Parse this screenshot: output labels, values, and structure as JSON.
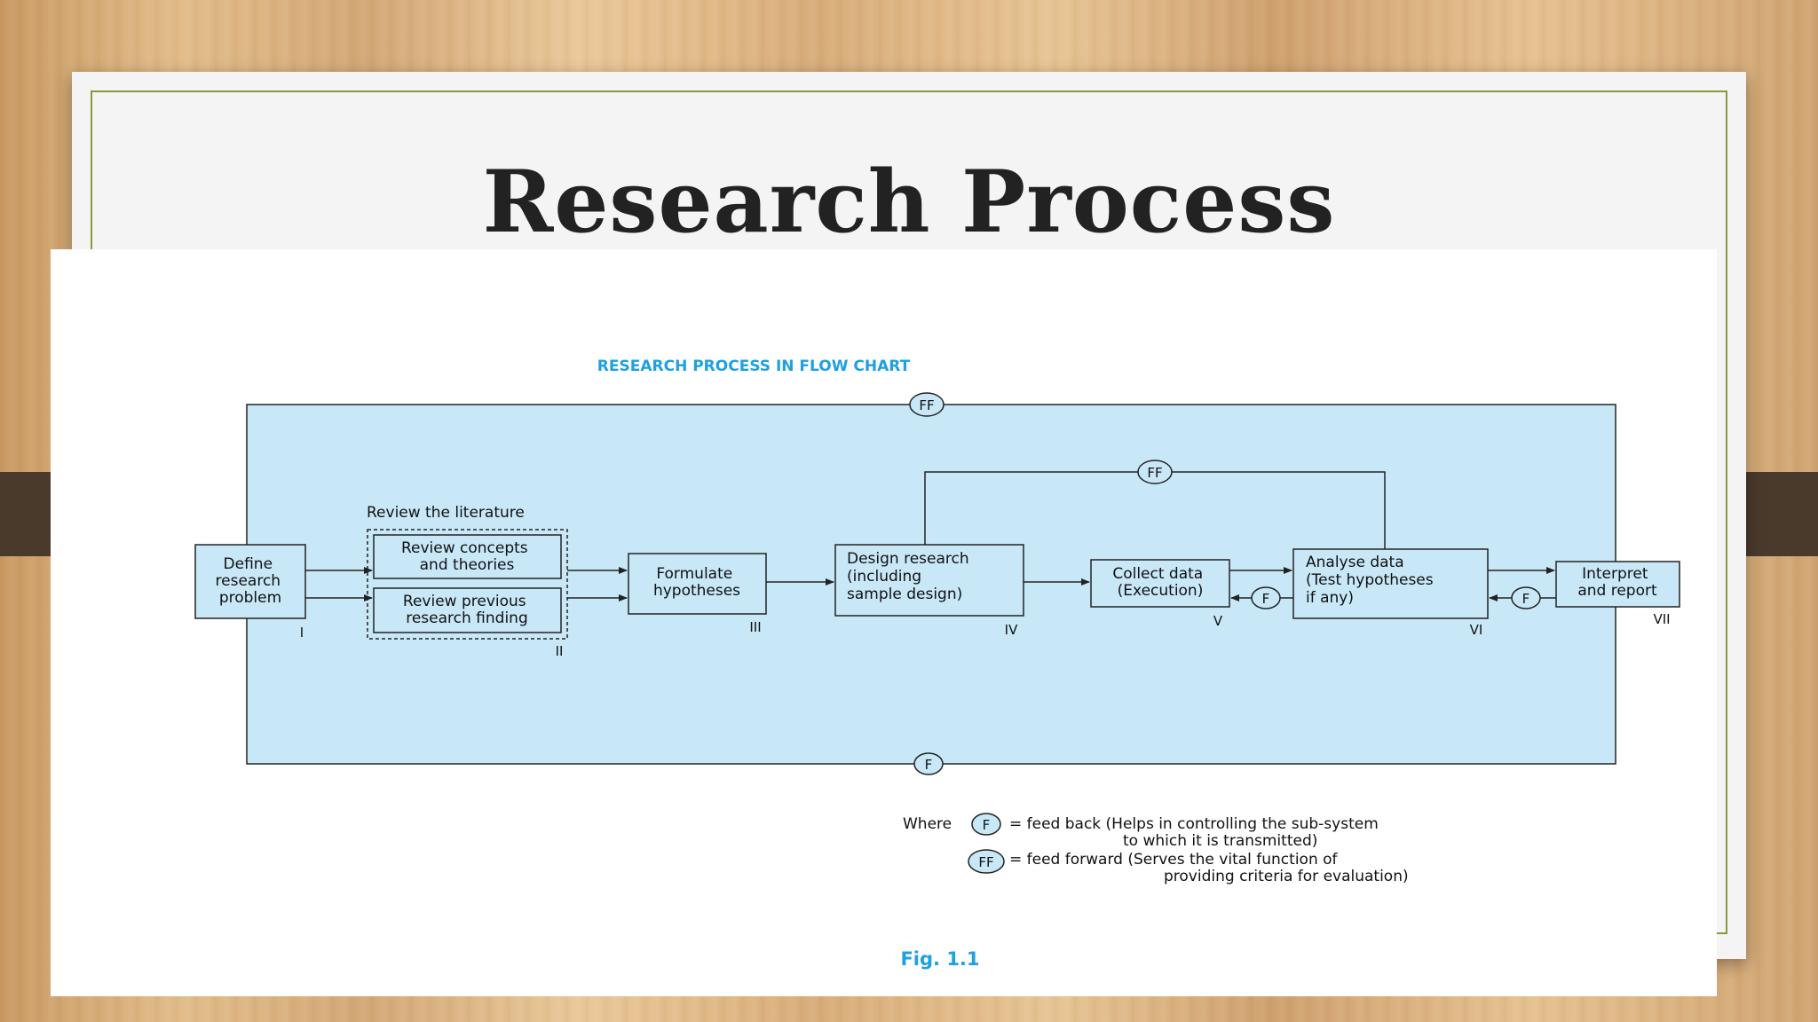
{
  "slide": {
    "title": "Research Process"
  },
  "figure": {
    "chart_title": "RESEARCH PROCESS IN FLOW CHART",
    "caption": "Fig.  1.1",
    "colors": {
      "box_fill": "#c8e8f8",
      "title_blue": "#1fa0e0",
      "line": "#222222"
    },
    "feed_forward_symbol": "FF",
    "feedback_symbol": "F",
    "literature_heading": "Review the literature",
    "steps": {
      "define": [
        "Define",
        "research",
        "problem"
      ],
      "concepts": [
        "Review concepts",
        "and theories"
      ],
      "previous": [
        "Review previous",
        "research finding"
      ],
      "formulate": [
        "Formulate",
        "hypotheses"
      ],
      "design": [
        "Design research",
        "(including",
        "sample design)"
      ],
      "collect": [
        "Collect data",
        "(Execution)"
      ],
      "analyse": [
        "Analyse data",
        "(Test hypotheses",
        "if any)"
      ],
      "interpret": [
        "Interpret",
        "and report"
      ]
    },
    "numerals": [
      "I",
      "II",
      "III",
      "IV",
      "V",
      "VI",
      "VII"
    ],
    "legend": {
      "where": "Where",
      "feedback_line1": "= feed back (Helps in controlling the sub-system",
      "feedback_line2": "to which it is transmitted)",
      "feedforward_line1": "= feed forward (Serves the vital function of",
      "feedforward_line2": "providing criteria for evaluation)"
    }
  }
}
